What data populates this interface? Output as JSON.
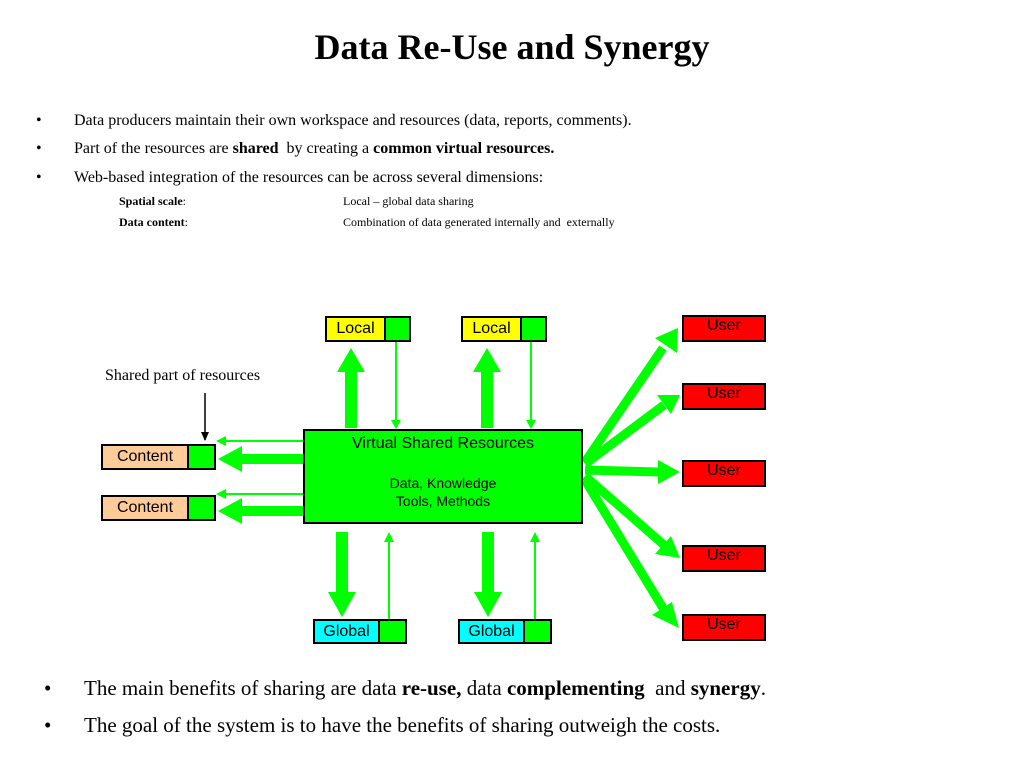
{
  "title": "Data Re-Use and Synergy",
  "top_bullets": [
    {
      "segments": [
        {
          "text": "Data producers maintain their own workspace and resources (data, reports, comments).",
          "bold": false
        }
      ]
    },
    {
      "segments": [
        {
          "text": "Part of the resources are ",
          "bold": false
        },
        {
          "text": "shared",
          "bold": true
        },
        {
          "text": "  by creating a ",
          "bold": false
        },
        {
          "text": "common virtual resources.",
          "bold": true
        }
      ]
    },
    {
      "segments": [
        {
          "text": "Web-based integration of the resources can be across several dimensions:",
          "bold": false
        }
      ]
    }
  ],
  "dimensions": [
    {
      "label": "Spatial scale",
      "colon": ":",
      "value": "Local – global data sharing"
    },
    {
      "label": "Data content",
      "colon": ":",
      "value": "Combination of data generated internally and  externally"
    }
  ],
  "bullet_char": "•",
  "diagram": {
    "annotation": "Shared part of resources",
    "center_title": "Virtual Shared Resources",
    "center_line1": "Data, Knowledge",
    "center_line2": "Tools, Methods",
    "local_label": "Local",
    "global_label": "Global",
    "content_label": "Content",
    "user_label": "User",
    "colors": {
      "local_fill": "#ffff00",
      "global_fill": "#00ffff",
      "content_fill": "#ffcc99",
      "user_fill": "#ff0000",
      "shared_fill": "#00ff00",
      "arrow": "#00ff00"
    }
  },
  "bottom_bullets": [
    {
      "segments": [
        {
          "text": "The main benefits of sharing are data ",
          "bold": false
        },
        {
          "text": "re-use,",
          "bold": true
        },
        {
          "text": " data ",
          "bold": false
        },
        {
          "text": "complementing",
          "bold": true
        },
        {
          "text": "  and ",
          "bold": false
        },
        {
          "text": "synergy",
          "bold": true
        },
        {
          "text": ".",
          "bold": false
        }
      ]
    },
    {
      "segments": [
        {
          "text": "The goal of the system is to have the benefits of sharing outweigh the costs.",
          "bold": false
        }
      ]
    }
  ]
}
